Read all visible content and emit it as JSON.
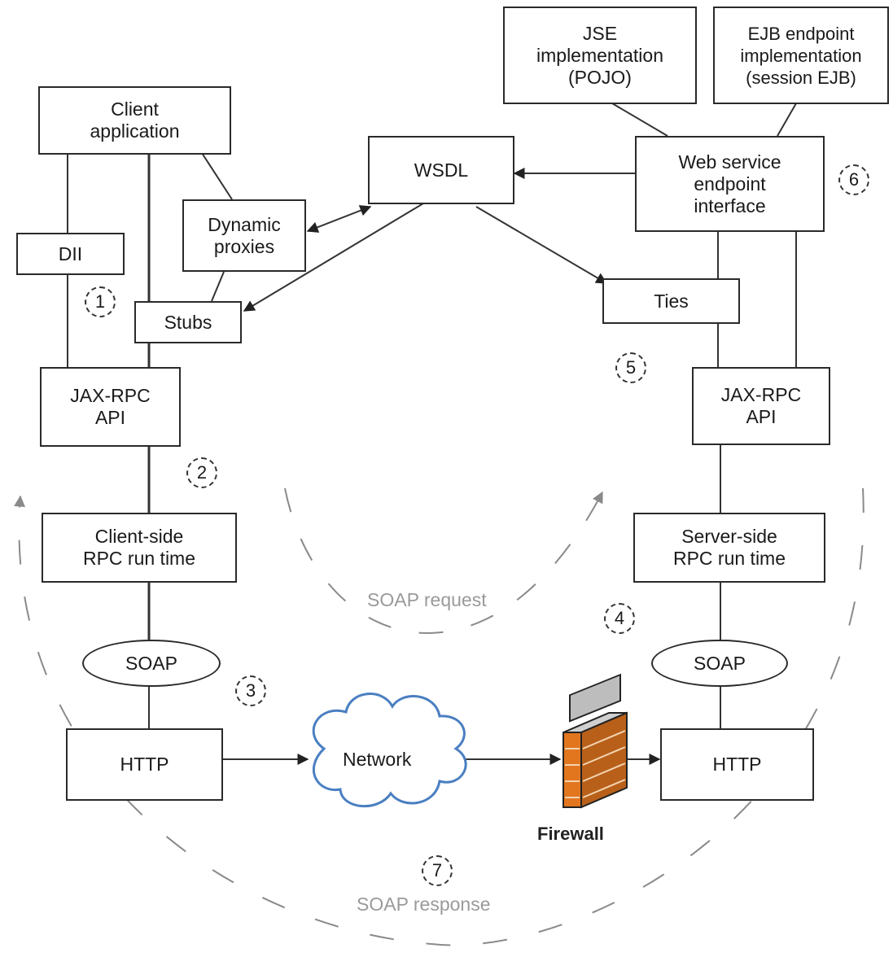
{
  "client": {
    "app_line1": "Client",
    "app_line2": "application",
    "dii": "DII",
    "dynamic_line1": "Dynamic",
    "dynamic_line2": "proxies",
    "stubs": "Stubs",
    "api_line1": "JAX-RPC",
    "api_line2": "API",
    "runtime_line1": "Client-side",
    "runtime_line2": "RPC run time",
    "soap": "SOAP",
    "http": "HTTP"
  },
  "server": {
    "jse_line1": "JSE",
    "jse_line2": "implementation",
    "jse_line3": "(POJO)",
    "ejb_line1": "EJB endpoint",
    "ejb_line2": "implementation",
    "ejb_line3": "(session EJB)",
    "sei_line1": "Web service",
    "sei_line2": "endpoint",
    "sei_line3": "interface",
    "ties": "Ties",
    "api_line1": "JAX-RPC",
    "api_line2": "API",
    "runtime_line1": "Server-side",
    "runtime_line2": "RPC run time",
    "soap": "SOAP",
    "http": "HTTP"
  },
  "wsdl": "WSDL",
  "network": "Network",
  "firewall": "Firewall",
  "soap_request": "SOAP request",
  "soap_response": "SOAP response",
  "steps": [
    "1",
    "2",
    "3",
    "4",
    "5",
    "6",
    "7"
  ],
  "colors": {
    "cloud_stroke": "#4a7fc1",
    "brick": "#e2761f",
    "mortar": "#f3d3b0",
    "dashed_arc": "#8a8a8a"
  }
}
